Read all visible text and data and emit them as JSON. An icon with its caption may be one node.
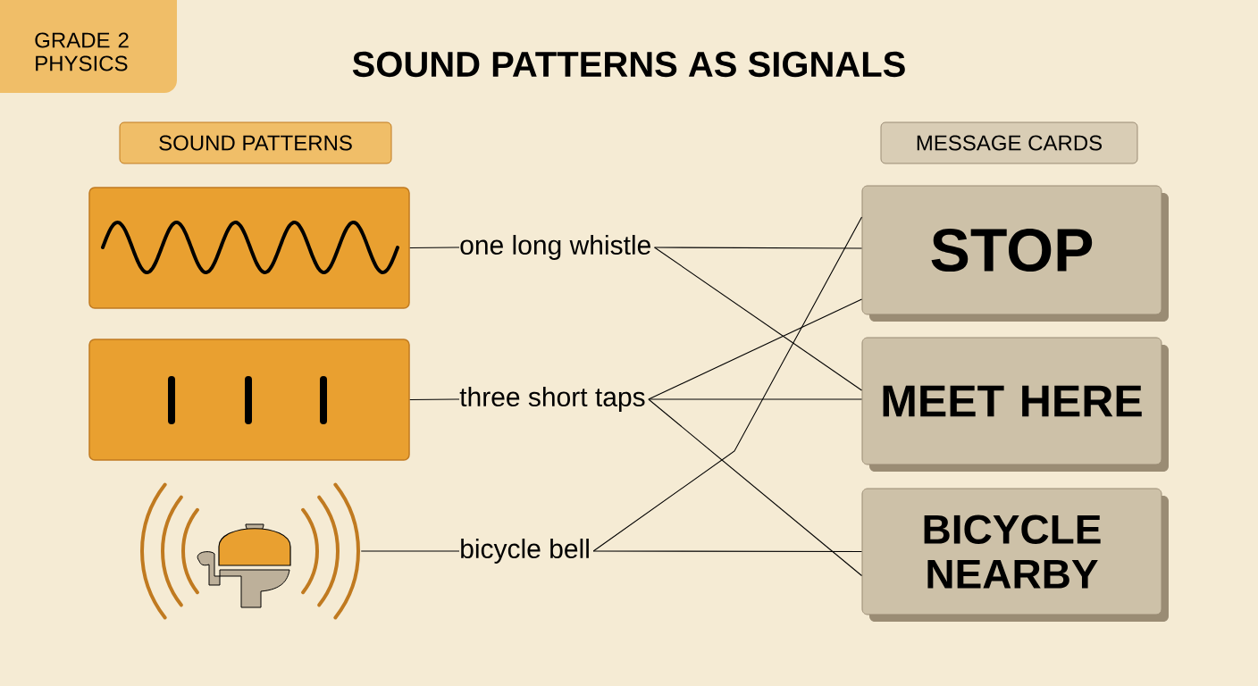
{
  "diagram": {
    "title": "SOUND PATTERNS AS SIGNALS",
    "nodes": [
      {
        "text": [
          "GRADE 2 PHYSICS"
        ]
      },
      {
        "text": [
          "SOUND PATTERNS"
        ]
      },
      {
        "text": [
          "MESSAGE CARDS"
        ]
      },
      {
        "text": [],
        "shape": "box"
      },
      {
        "text": [],
        "shape": "box"
      },
      {
        "text": [],
        "shape": "picture"
      },
      {
        "text": [
          "one long whistle"
        ]
      },
      {
        "text": [
          "three short taps"
        ]
      },
      {
        "text": [
          "bicycle bell"
        ]
      },
      {
        "text": [
          "STOP"
        ]
      },
      {
        "text": [
          "MEET HERE"
        ]
      },
      {
        "text": [
          "BICYCLE NEARBY"
        ]
      }
    ],
    "edges": [
      {
        "from": 3,
        "to": 6,
        "arrow": "none"
      },
      {
        "from": 4,
        "to": 7,
        "arrow": "none"
      },
      {
        "from": 5,
        "to": 8,
        "arrow": "none"
      },
      {
        "from": 6,
        "to": 9,
        "arrow": "none"
      },
      {
        "from": 6,
        "to": 10,
        "arrow": "none"
      },
      {
        "from": 7,
        "to": 9,
        "arrow": "none"
      },
      {
        "from": 7,
        "to": 10,
        "arrow": "none"
      },
      {
        "from": 7,
        "to": 11,
        "arrow": "none"
      },
      {
        "from": 8,
        "to": 9,
        "arrow": "none"
      },
      {
        "from": 8,
        "to": 11,
        "arrow": "none"
      }
    ]
  }
}
